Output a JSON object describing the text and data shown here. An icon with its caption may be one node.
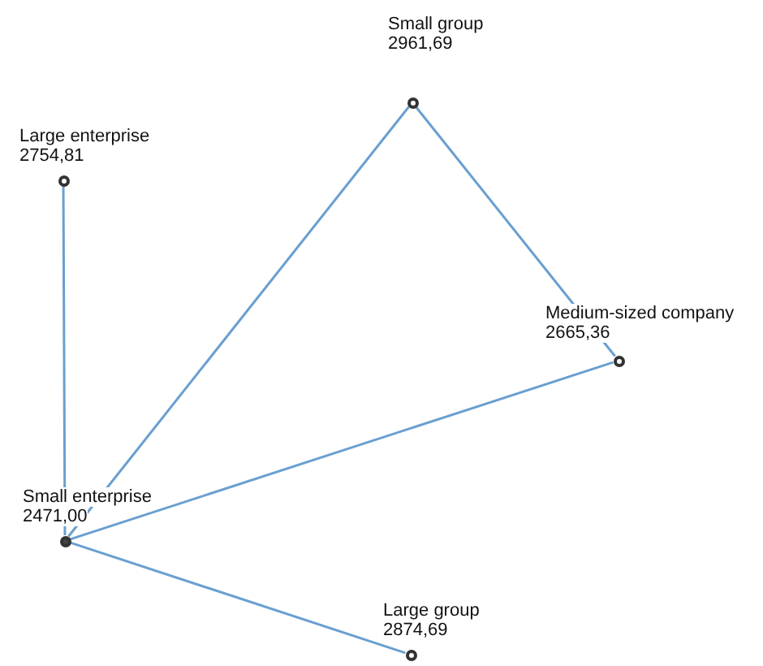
{
  "diagram": {
    "nodes": [
      {
        "text": [],
        "shape": "circle",
        "beside": [
          "Small group",
          "2961,69"
        ]
      },
      {
        "text": [],
        "shape": "circle",
        "beside": [
          "Large enterprise",
          "2754,81"
        ]
      },
      {
        "text": [],
        "shape": "circle",
        "beside": [
          "Medium-sized company",
          "2665,36"
        ]
      },
      {
        "text": [],
        "shape": "circle",
        "beside": [
          "Small enterprise",
          "2471,00"
        ]
      },
      {
        "text": [],
        "shape": "circle",
        "beside": [
          "Large group",
          "2874,69"
        ]
      }
    ],
    "edges": [
      {
        "from": 3,
        "to": 1,
        "arrow": "none"
      },
      {
        "from": 3,
        "to": 0,
        "arrow": "none"
      },
      {
        "from": 0,
        "to": 2,
        "arrow": "none"
      },
      {
        "from": 3,
        "to": 2,
        "arrow": "none"
      },
      {
        "from": 3,
        "to": 4,
        "arrow": "none"
      }
    ]
  }
}
